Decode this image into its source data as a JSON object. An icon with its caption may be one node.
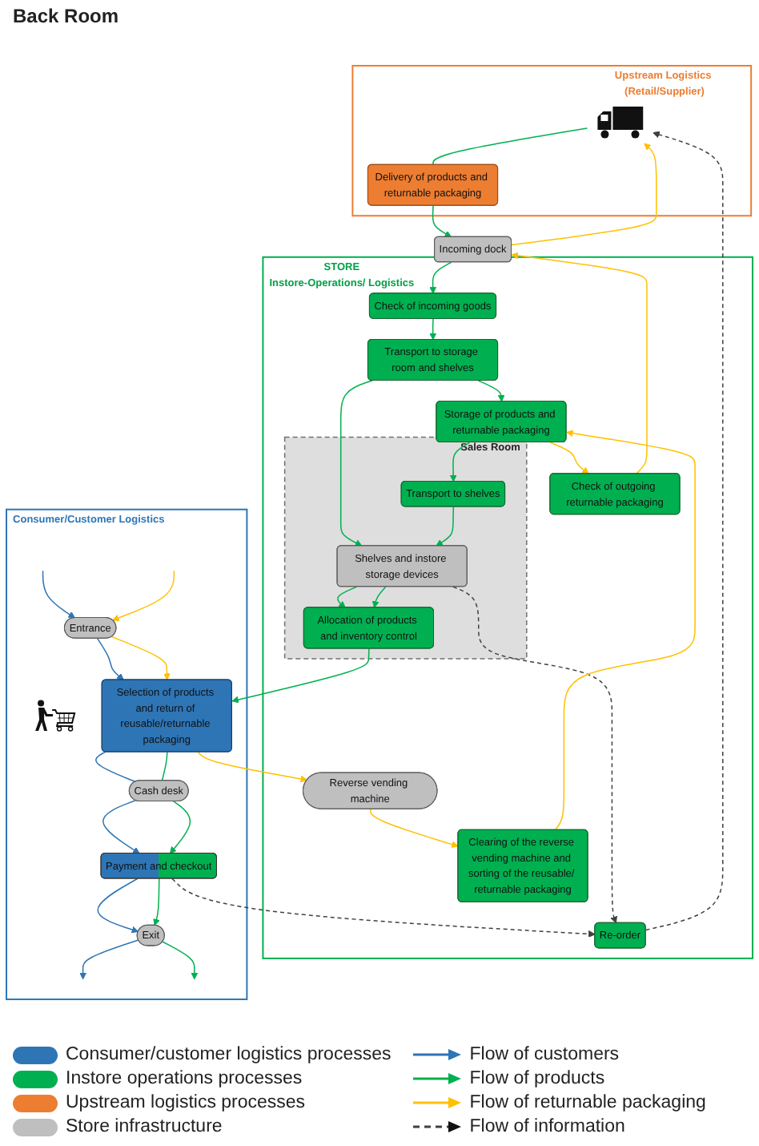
{
  "diagram": {
    "nodes": [
      {
        "text": [
          "Upstream Logistics (Retail/Supplier)"
        ]
      },
      {
        "text": [],
        "shape": "picture",
        "in": 0
      },
      {
        "text": [
          "Delivery of products and returnable packaging"
        ],
        "in": 0
      },
      {
        "text": [
          "Incoming dock"
        ]
      },
      {
        "text": [
          "STORE",
          "Instore-Operations/ Logistics"
        ]
      },
      {
        "text": [
          "Re-order"
        ],
        "in": 4
      },
      {
        "text": [
          "Check of incoming goods"
        ],
        "in": 4
      },
      {
        "text": [
          "Check of outgoing returnable packaging"
        ],
        "in": 4
      },
      {
        "text": [
          "Transport to storage room and shelves"
        ],
        "in": 4
      },
      {
        "text": [
          "Storage of products and returnable packaging"
        ],
        "in": 4
      },
      {
        "text": [
          "Sales Room"
        ],
        "in": 4
      },
      {
        "text": [
          "Transport to shelves"
        ],
        "in": 10
      },
      {
        "text": [
          "Shelves and instore storage devices"
        ],
        "in": 10
      },
      {
        "text": [
          "Allocation of products and inventory control"
        ],
        "in": 10
      },
      {
        "text": [
          "Consumer/Customer Logistics"
        ]
      },
      {
        "text": [
          "Entrance"
        ],
        "in": 14
      },
      {
        "text": [],
        "shape": "picture",
        "in": 14
      },
      {
        "text": [
          "Selection of products and return of reusable/returnable packaging"
        ],
        "in": 14
      },
      {
        "text": [
          "Cash desk"
        ],
        "in": 14
      },
      {
        "text": [
          "Payment and checkout"
        ],
        "in": 14
      },
      {
        "text": [
          "Exit"
        ],
        "in": 14
      },
      {
        "text": [
          "Reverse vending machine"
        ],
        "in": 4
      },
      {
        "text": [
          "Clearing of the reverse vending machine and sorting of the reusable/ returnable packaging"
        ],
        "in": 4
      }
    ],
    "edges": [
      {
        "from": 1,
        "to": 2,
        "arrow": "none"
      },
      {
        "from": 2,
        "to": 3,
        "arrow": "to"
      },
      {
        "from": 3,
        "to": 1,
        "arrow": "to",
        "color": "#ffc000"
      },
      {
        "from": 3,
        "to": 6,
        "arrow": "to"
      },
      {
        "from": 7,
        "to": 3,
        "arrow": "to",
        "color": "#ffc000"
      },
      {
        "from": 6,
        "to": 8,
        "arrow": "to"
      },
      {
        "from": 8,
        "to": 9,
        "arrow": "to"
      },
      {
        "from": 8,
        "to": 12,
        "arrow": "to"
      },
      {
        "from": 9,
        "to": 11,
        "arrow": "to"
      },
      {
        "from": 9,
        "to": 7,
        "arrow": "to",
        "color": "#ffc000"
      },
      {
        "from": 11,
        "to": 12,
        "arrow": "to"
      },
      {
        "from": 12,
        "to": 13,
        "arrow": "to"
      },
      {
        "from": 12,
        "to": 13,
        "arrow": "to"
      },
      {
        "from": 12,
        "to": 5,
        "arrow": "to",
        "style": "dashed",
        "color": "#404040"
      },
      {
        "from": 19,
        "to": 5,
        "arrow": "to",
        "style": "dashed",
        "color": "#404040"
      },
      {
        "from": 5,
        "to": 1,
        "arrow": "to",
        "style": "dashed",
        "color": "#404040"
      },
      {
        "from": 13,
        "to": 17,
        "arrow": "to"
      },
      {
        "from": null,
        "to": 15,
        "arrow": "to",
        "color": "#2e75b6"
      },
      {
        "from": null,
        "to": 15,
        "arrow": "to",
        "color": "#ffc000"
      },
      {
        "from": 15,
        "to": 17,
        "arrow": "to",
        "color": "#2e75b6"
      },
      {
        "from": 15,
        "to": 17,
        "arrow": "to",
        "color": "#ffc000"
      },
      {
        "from": 17,
        "to": 18,
        "arrow": "none",
        "color": "#2e75b6"
      },
      {
        "from": 17,
        "to": 18,
        "arrow": "none"
      },
      {
        "from": 18,
        "to": 19,
        "arrow": "to",
        "color": "#2e75b6"
      },
      {
        "from": 18,
        "to": 19,
        "arrow": "to"
      },
      {
        "from": 19,
        "to": 20,
        "arrow": "to",
        "color": "#2e75b6"
      },
      {
        "from": 19,
        "to": 20,
        "arrow": "to"
      },
      {
        "from": 20,
        "to": null,
        "arrow": "to",
        "color": "#2e75b6"
      },
      {
        "from": 20,
        "to": null,
        "arrow": "to"
      },
      {
        "from": 17,
        "to": 21,
        "arrow": "to",
        "color": "#ffc000"
      },
      {
        "from": 21,
        "to": 22,
        "arrow": "to",
        "color": "#ffc000"
      },
      {
        "from": 22,
        "to": 9,
        "arrow": "to",
        "color": "#ffc000"
      }
    ],
    "labels": [
      "Back Room"
    ],
    "legend": [
      {
        "text": "Consumer/customer logistics processes",
        "color": "#2e75b6"
      },
      {
        "text": "Instore operations processes",
        "color": "#00b050"
      },
      {
        "text": "Upstream logistics processes",
        "color": "#ed7d31"
      },
      {
        "text": "Store infrastructure",
        "color": "#bfbfbf"
      },
      {
        "text": "Flow of customers"
      },
      {
        "text": "Flow of products"
      },
      {
        "text": "Flow of returnable packaging"
      },
      {
        "text": "Flow of information"
      }
    ]
  }
}
